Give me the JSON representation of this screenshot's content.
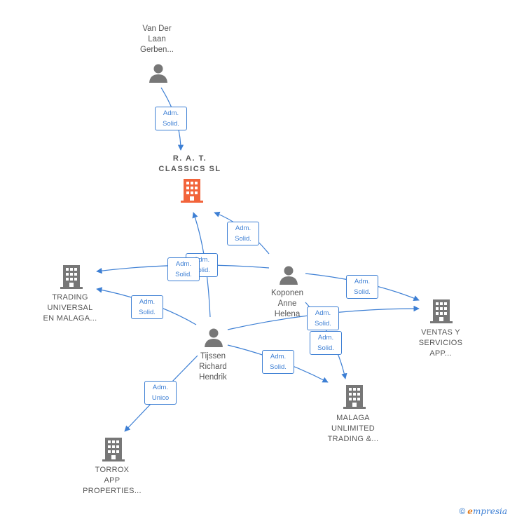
{
  "colors": {
    "edge": "#3d7fd4",
    "person": "#777777",
    "company": "#777777",
    "main_company": "#f2643b"
  },
  "nodes": {
    "vanderlaan": {
      "lines": [
        "Van Der",
        "Laan",
        "Gerben..."
      ]
    },
    "rat": {
      "lines": [
        "R. A. T.",
        "CLASSICS SL"
      ]
    },
    "koponen": {
      "lines": [
        "Koponen",
        "Anne",
        "Helena"
      ]
    },
    "tijssen": {
      "lines": [
        "Tijssen",
        "Richard",
        "Hendrik"
      ]
    },
    "trading": {
      "lines": [
        "TRADING",
        "UNIVERSAL",
        "EN MALAGA..."
      ]
    },
    "ventas": {
      "lines": [
        "VENTAS Y",
        "SERVICIOS",
        "APP..."
      ]
    },
    "malaga": {
      "lines": [
        "MALAGA",
        "UNLIMITED",
        "TRADING &..."
      ]
    },
    "torrox": {
      "lines": [
        "TORROX",
        "APP",
        "PROPERTIES..."
      ]
    }
  },
  "edge_labels": {
    "vdl_rat": [
      "Adm.",
      "Solid."
    ],
    "kop_rat": [
      "Adm.",
      "Solid."
    ],
    "tij_rat": [
      "Adm.",
      "Solid."
    ],
    "kop_trading": [
      "Adm.",
      "Solid."
    ],
    "tij_trading": [
      "Adm.",
      "Solid."
    ],
    "kop_ventas": [
      "Adm.",
      "Solid."
    ],
    "tij_ventas": [
      "Adm.",
      "Solid."
    ],
    "kop_malaga": [
      "Adm.",
      "Solid."
    ],
    "tij_malaga": [
      "Adm.",
      "Solid."
    ],
    "tij_torrox": [
      "Adm.",
      "Unico"
    ]
  },
  "footer": {
    "copyright": "©",
    "brand_first": "e",
    "brand_rest": "mpresia"
  }
}
